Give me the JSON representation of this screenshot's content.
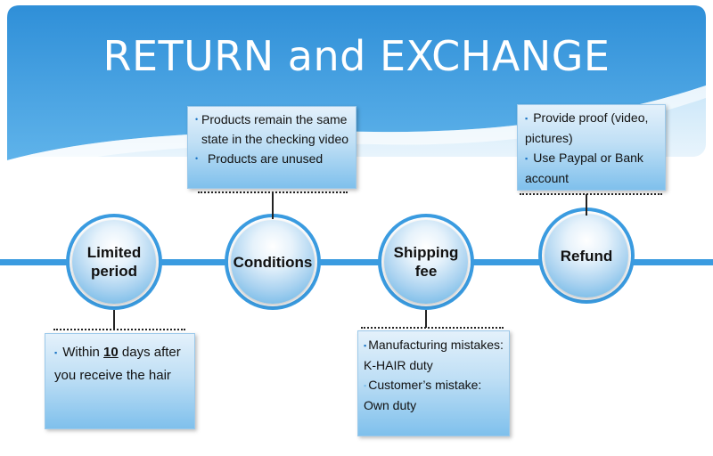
{
  "title": "RETURN and EXCHANGE",
  "colors": {
    "banner": "#2d8fd6",
    "banner_light": "#8fcaf0",
    "timeline": "#3a9be0",
    "bullet": "#1b74c5"
  },
  "nodes": [
    {
      "id": "limited-period",
      "lines": [
        "Limited",
        "period"
      ]
    },
    {
      "id": "conditions",
      "lines": [
        "Conditions"
      ]
    },
    {
      "id": "shipping-fee",
      "lines": [
        "Shipping",
        "fee"
      ]
    },
    {
      "id": "refund",
      "lines": [
        "Refund"
      ]
    }
  ],
  "boxes": {
    "limited_period": {
      "bullet": "▪",
      "text_before": "Within ",
      "text_bold": "10",
      "text_after": " days after you receive the hair"
    },
    "conditions": {
      "bullet": "•",
      "items": [
        "Products remain the same state in the checking video",
        "Products are unused"
      ]
    },
    "shipping_fee": {
      "bullet": "▪",
      "items": [
        "Manufacturing mistakes: K-HAIR duty",
        "Customer’s mistake: Own duty"
      ]
    },
    "refund": {
      "bullet": "▪",
      "items": [
        "Provide proof (video, pictures)",
        "Use  Paypal or Bank account"
      ]
    }
  }
}
